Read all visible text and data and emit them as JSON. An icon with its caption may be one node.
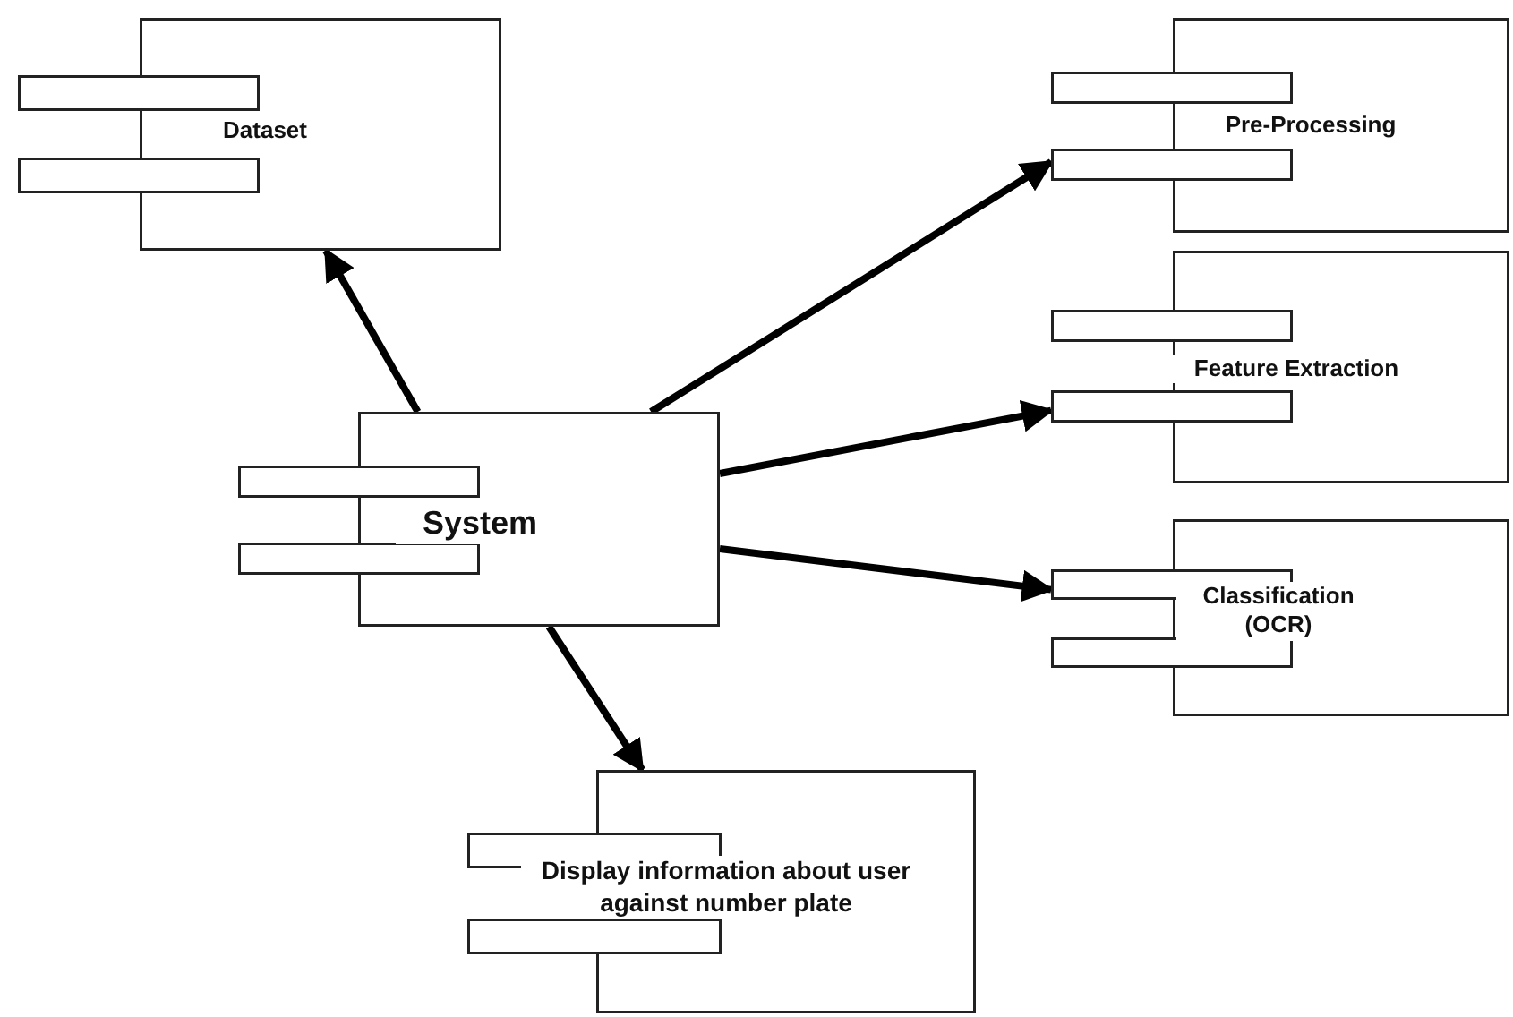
{
  "diagram": {
    "nodes": [
      {
        "text": [
          "Dataset"
        ]
      },
      {
        "text": [
          "Pre-Processing"
        ]
      },
      {
        "text": [
          "Feature Extraction"
        ]
      },
      {
        "text": [
          "System"
        ]
      },
      {
        "text": [
          "Classification (OCR)"
        ]
      },
      {
        "text": [
          "Display information about user against number plate"
        ]
      }
    ],
    "edges": [
      {
        "from": 3,
        "to": 0,
        "arrow": "to"
      },
      {
        "from": 3,
        "to": 1,
        "arrow": "to"
      },
      {
        "from": 3,
        "to": 2,
        "arrow": "to"
      },
      {
        "from": 3,
        "to": 4,
        "arrow": "to"
      },
      {
        "from": 3,
        "to": 5,
        "arrow": "to"
      }
    ]
  }
}
